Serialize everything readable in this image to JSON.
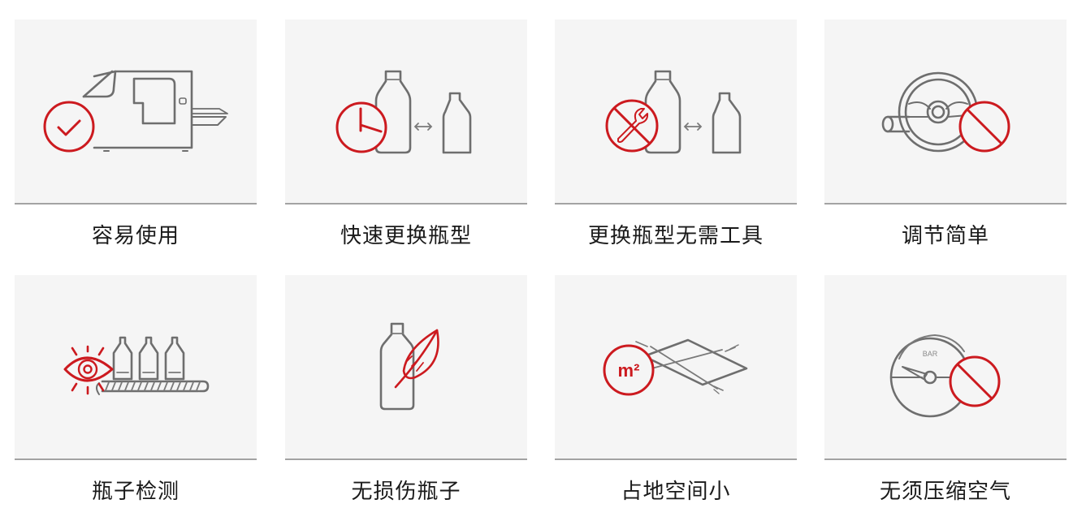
{
  "colors": {
    "panel_bg": "#f5f5f5",
    "divider": "#a3a3a3",
    "accent_red": "#cc1a1f",
    "icon_gray": "#6e6e6e",
    "label_text": "#1a1a1a"
  },
  "features": [
    {
      "label": "容易使用",
      "icon": "machine-checkmark-icon"
    },
    {
      "label": "快速更换瓶型",
      "icon": "clock-bottle-change-icon"
    },
    {
      "label": "更换瓶型无需工具",
      "icon": "no-tools-bottle-change-icon"
    },
    {
      "label": "调节简单",
      "icon": "handwheel-prohibited-icon"
    },
    {
      "label": "瓶子检测",
      "icon": "eye-bottle-conveyor-icon"
    },
    {
      "label": "无损伤瓶子",
      "icon": "bottle-feather-icon"
    },
    {
      "label": "占地空间小",
      "icon": "m2-footprint-icon",
      "icon_text": "m²"
    },
    {
      "label": "无须压缩空气",
      "icon": "pressure-gauge-prohibited-icon",
      "icon_text": "BAR"
    }
  ]
}
